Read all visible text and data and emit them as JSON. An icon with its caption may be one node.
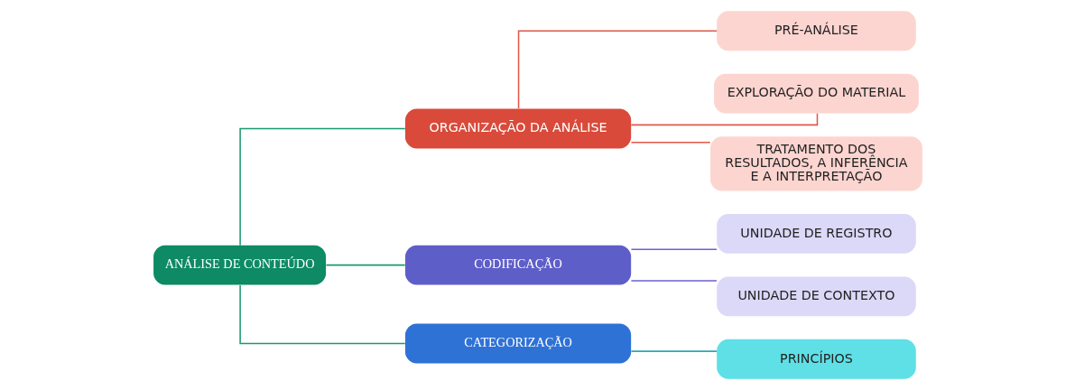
{
  "diagram": {
    "nodes": [
      {
        "text": [
          "ANÁLISE DE CONTEÚDO"
        ]
      },
      {
        "text": [
          "ORGANIZAÇÃO DA ANÁLISE"
        ]
      },
      {
        "text": [
          "CODIFICAÇÃO"
        ]
      },
      {
        "text": [
          "CATEGORIZAÇÃO"
        ]
      },
      {
        "text": [
          "PRÉ-ANÁLISE"
        ]
      },
      {
        "text": [
          "EXPLORAÇÃO DO MATERIAL"
        ]
      },
      {
        "text": [
          "TRATAMENTO DOS RESULTADOS, A INFERÊNCIA E A INTERPRETAÇÃO"
        ]
      },
      {
        "text": [
          "UNIDADE DE REGISTRO"
        ]
      },
      {
        "text": [
          "UNIDADE DE CONTEXTO"
        ]
      },
      {
        "text": [
          "PRINCÍPIOS"
        ]
      }
    ],
    "edges": [
      {
        "from": 0,
        "to": 1,
        "arrow": "none",
        "color": "#1a9a6c"
      },
      {
        "from": 0,
        "to": 2,
        "arrow": "none",
        "color": "#1a9a6c"
      },
      {
        "from": 0,
        "to": 3,
        "arrow": "none",
        "color": "#1a9a6c"
      },
      {
        "from": 1,
        "to": 4,
        "arrow": "none",
        "color": "#e0584a"
      },
      {
        "from": 1,
        "to": 5,
        "arrow": "none",
        "color": "#e0584a"
      },
      {
        "from": 1,
        "to": 6,
        "arrow": "none",
        "color": "#e0584a"
      },
      {
        "from": 2,
        "to": 7,
        "arrow": "none",
        "color": "#6a60d0"
      },
      {
        "from": 2,
        "to": 8,
        "arrow": "none",
        "color": "#6a60d0"
      },
      {
        "from": 3,
        "to": 9,
        "arrow": "none",
        "color": "#2aa8b8"
      }
    ]
  }
}
